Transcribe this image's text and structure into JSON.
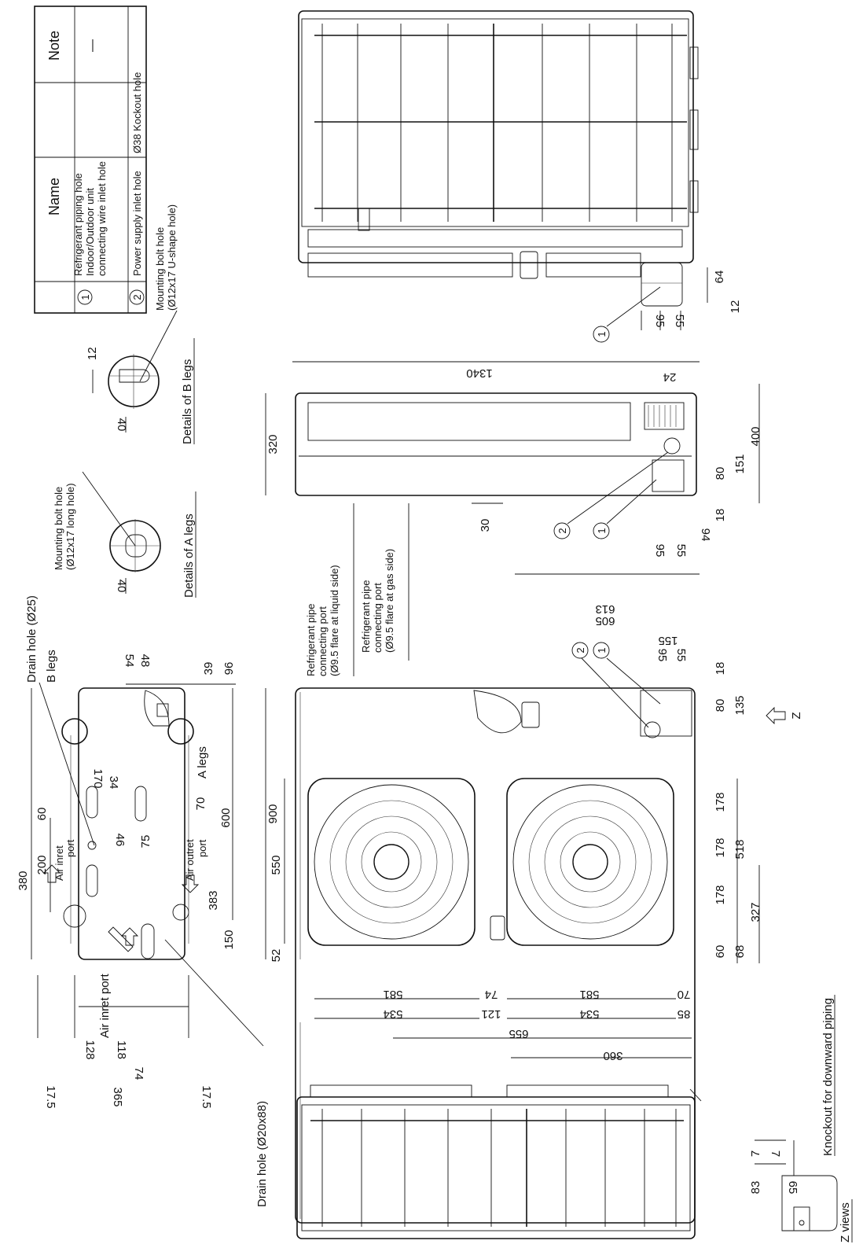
{
  "table": {
    "header_name": "Name",
    "header_note": "Note",
    "rows": [
      {
        "num": "1",
        "name_lines": [
          "Refrigerant piping hole",
          "Indoor/Outdoor unit",
          "connecting wire inlet hole"
        ],
        "note": "—"
      },
      {
        "num": "2",
        "name_lines": [
          "Power supply inlet hole"
        ],
        "note": "Ø38 Kockout hole"
      }
    ]
  },
  "labels": {
    "mount_u": [
      "Mounting bolt hole",
      "(Ø12x17 U-shape hole)"
    ],
    "mount_long": [
      "Mounting bolt hole",
      "(Ø12x17 long hole)"
    ],
    "details_a": "Details of A legs",
    "details_b": "Details of B legs",
    "drain_25": "Drain hole (Ø25)",
    "b_legs": "B legs",
    "a_legs": "A legs",
    "air_inlet_1": [
      "Air inret",
      "port"
    ],
    "air_outlet": [
      "Air outret",
      "port"
    ],
    "air_inlet_2": "Air inret port",
    "drain_20x88": "Drain hole (Ø20x88)",
    "ref_liquid": [
      "Refrigerant pipe",
      "connecting port",
      "(Ø9.5 flare at liquid side)"
    ],
    "ref_gas": [
      "Refrigerant pipe",
      "connecting port",
      "(Ø9.5 flare at gas side)"
    ],
    "z": "Z",
    "z_views": "Z views",
    "knockout": "Knockout for downward piping",
    "c1": "1",
    "c2": "2"
  },
  "dims": {
    "d12": "12",
    "d40a": "40",
    "d40b": "40",
    "d1340": "1340",
    "d24": "24",
    "d320": "320",
    "d30": "30",
    "d400": "400",
    "d151": "151",
    "d80a": "80",
    "d18a": "18",
    "d94": "94",
    "d95a": "95",
    "d55a": "55",
    "d95b": "95",
    "d55b": "55",
    "d64": "64",
    "d12b": "12",
    "d39": "39",
    "d96": "96",
    "d54": "54",
    "d48": "48",
    "d170": "170",
    "d34": "34",
    "d60": "60",
    "d200": "200",
    "d380": "380",
    "d46": "46",
    "d75": "75",
    "d70": "70",
    "d600": "600",
    "d383": "383",
    "d150": "150",
    "d17_5a": "17.5",
    "d365": "365",
    "d17_5b": "17.5",
    "d74a": "74",
    "d118": "118",
    "d128": "128",
    "d613": "613",
    "d605": "605",
    "d155": "155",
    "d95c": "95",
    "d55c": "55",
    "d18b": "18",
    "d80b": "80",
    "d135": "135",
    "d900": "900",
    "d550": "550",
    "d52": "52",
    "d178a": "178",
    "d178b": "178",
    "d518": "518",
    "d178c": "178",
    "d327": "327",
    "d60b": "60",
    "d68": "68",
    "d581a": "581",
    "d534a": "534",
    "d74b": "74",
    "d121": "121",
    "d581b": "581",
    "d534b": "534",
    "d70b": "70",
    "d85": "85",
    "d655": "655",
    "d360": "360",
    "d7a": "7",
    "d7b": "7",
    "d83": "83",
    "d65": "65"
  }
}
